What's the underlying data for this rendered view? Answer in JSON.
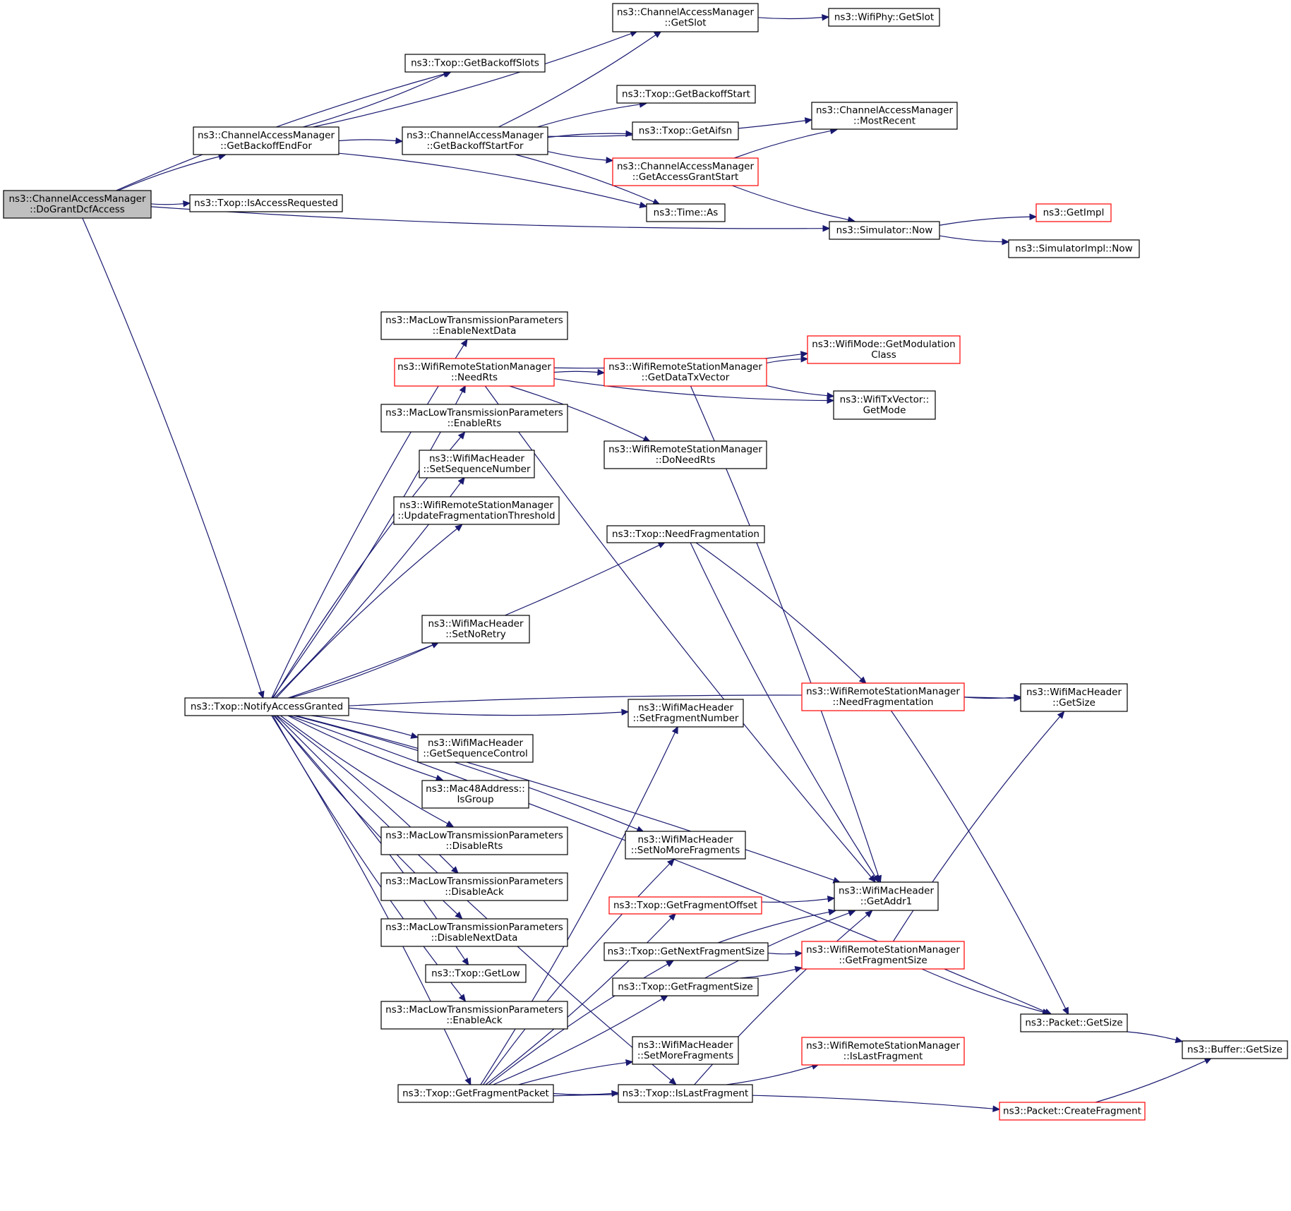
{
  "colors": {
    "edge": "#191970",
    "border_normal": "#000000",
    "border_truncated": "#ff0000",
    "fill_root": "#bfbfbf",
    "fill_normal": "#ffffff"
  },
  "nodes": [
    {
      "id": "root",
      "lines": [
        "ns3::ChannelAccessManager",
        "::DoGrantDcfAccess"
      ],
      "style": "root"
    },
    {
      "id": "getBackoffEndFor",
      "lines": [
        "ns3::ChannelAccessManager",
        "::GetBackoffEndFor"
      ],
      "style": "normal"
    },
    {
      "id": "isAccessRequested",
      "lines": [
        "ns3::Txop::IsAccessRequested"
      ],
      "style": "normal"
    },
    {
      "id": "getBackoffSlots",
      "lines": [
        "ns3::Txop::GetBackoffSlots"
      ],
      "style": "normal"
    },
    {
      "id": "getBackoffStartFor",
      "lines": [
        "ns3::ChannelAccessManager",
        "::GetBackoffStartFor"
      ],
      "style": "normal"
    },
    {
      "id": "camGetSlot",
      "lines": [
        "ns3::ChannelAccessManager",
        "::GetSlot"
      ],
      "style": "normal"
    },
    {
      "id": "wifiPhyGetSlot",
      "lines": [
        "ns3::WifiPhy::GetSlot"
      ],
      "style": "normal"
    },
    {
      "id": "getBackoffStart",
      "lines": [
        "ns3::Txop::GetBackoffStart"
      ],
      "style": "normal"
    },
    {
      "id": "mostRecent",
      "lines": [
        "ns3::ChannelAccessManager",
        "::MostRecent"
      ],
      "style": "normal"
    },
    {
      "id": "getAifsn",
      "lines": [
        "ns3::Txop::GetAifsn"
      ],
      "style": "normal"
    },
    {
      "id": "getAccessGrantStart",
      "lines": [
        "ns3::ChannelAccessManager",
        "::GetAccessGrantStart"
      ],
      "style": "truncated"
    },
    {
      "id": "timeAs",
      "lines": [
        "ns3::Time::As"
      ],
      "style": "normal"
    },
    {
      "id": "simNow",
      "lines": [
        "ns3::Simulator::Now"
      ],
      "style": "normal"
    },
    {
      "id": "getImpl",
      "lines": [
        "ns3::GetImpl"
      ],
      "style": "truncated"
    },
    {
      "id": "simImplNow",
      "lines": [
        "ns3::SimulatorImpl::Now"
      ],
      "style": "normal"
    },
    {
      "id": "notifyAccessGranted",
      "lines": [
        "ns3::Txop::NotifyAccessGranted"
      ],
      "style": "normal"
    },
    {
      "id": "enableNextData",
      "lines": [
        "ns3::MacLowTransmissionParameters",
        "::EnableNextData"
      ],
      "style": "normal"
    },
    {
      "id": "needRts",
      "lines": [
        "ns3::WifiRemoteStationManager",
        "::NeedRts"
      ],
      "style": "truncated"
    },
    {
      "id": "getDataTxVector",
      "lines": [
        "ns3::WifiRemoteStationManager",
        "::GetDataTxVector"
      ],
      "style": "truncated"
    },
    {
      "id": "getModulationClass",
      "lines": [
        "ns3::WifiMode::GetModulation",
        "Class"
      ],
      "style": "truncated"
    },
    {
      "id": "txVectorGetMode",
      "lines": [
        "ns3::WifiTxVector::",
        "GetMode"
      ],
      "style": "normal"
    },
    {
      "id": "enableRts",
      "lines": [
        "ns3::MacLowTransmissionParameters",
        "::EnableRts"
      ],
      "style": "normal"
    },
    {
      "id": "doNeedRts",
      "lines": [
        "ns3::WifiRemoteStationManager",
        "::DoNeedRts"
      ],
      "style": "normal"
    },
    {
      "id": "setSequenceNumber",
      "lines": [
        "ns3::WifiMacHeader",
        "::SetSequenceNumber"
      ],
      "style": "normal"
    },
    {
      "id": "updateFragThreshold",
      "lines": [
        "ns3::WifiRemoteStationManager",
        "::UpdateFragmentationThreshold"
      ],
      "style": "normal"
    },
    {
      "id": "txopNeedFragmentation",
      "lines": [
        "ns3::Txop::NeedFragmentation"
      ],
      "style": "normal"
    },
    {
      "id": "setNoRetry",
      "lines": [
        "ns3::WifiMacHeader",
        "::SetNoRetry"
      ],
      "style": "normal"
    },
    {
      "id": "wrsmNeedFragmentation",
      "lines": [
        "ns3::WifiRemoteStationManager",
        "::NeedFragmentation"
      ],
      "style": "truncated"
    },
    {
      "id": "wmhGetSize",
      "lines": [
        "ns3::WifiMacHeader",
        "::GetSize"
      ],
      "style": "normal"
    },
    {
      "id": "setFragmentNumber",
      "lines": [
        "ns3::WifiMacHeader",
        "::SetFragmentNumber"
      ],
      "style": "normal"
    },
    {
      "id": "getSequenceControl",
      "lines": [
        "ns3::WifiMacHeader",
        "::GetSequenceControl"
      ],
      "style": "normal"
    },
    {
      "id": "isGroup",
      "lines": [
        "ns3::Mac48Address::",
        "IsGroup"
      ],
      "style": "normal"
    },
    {
      "id": "setNoMoreFragments",
      "lines": [
        "ns3::WifiMacHeader",
        "::SetNoMoreFragments"
      ],
      "style": "normal"
    },
    {
      "id": "disableRts",
      "lines": [
        "ns3::MacLowTransmissionParameters",
        "::DisableRts"
      ],
      "style": "normal"
    },
    {
      "id": "getAddr1",
      "lines": [
        "ns3::WifiMacHeader",
        "::GetAddr1"
      ],
      "style": "normal"
    },
    {
      "id": "disableAck",
      "lines": [
        "ns3::MacLowTransmissionParameters",
        "::DisableAck"
      ],
      "style": "normal"
    },
    {
      "id": "getFragmentOffset",
      "lines": [
        "ns3::Txop::GetFragmentOffset"
      ],
      "style": "truncated"
    },
    {
      "id": "disableNextData",
      "lines": [
        "ns3::MacLowTransmissionParameters",
        "::DisableNextData"
      ],
      "style": "normal"
    },
    {
      "id": "getNextFragmentSize",
      "lines": [
        "ns3::Txop::GetNextFragmentSize"
      ],
      "style": "normal"
    },
    {
      "id": "wrsmGetFragmentSize",
      "lines": [
        "ns3::WifiRemoteStationManager",
        "::GetFragmentSize"
      ],
      "style": "truncated"
    },
    {
      "id": "getLow",
      "lines": [
        "ns3::Txop::GetLow"
      ],
      "style": "normal"
    },
    {
      "id": "txopGetFragmentSize",
      "lines": [
        "ns3::Txop::GetFragmentSize"
      ],
      "style": "normal"
    },
    {
      "id": "enableAck",
      "lines": [
        "ns3::MacLowTransmissionParameters",
        "::EnableAck"
      ],
      "style": "normal"
    },
    {
      "id": "packetGetSize",
      "lines": [
        "ns3::Packet::GetSize"
      ],
      "style": "normal"
    },
    {
      "id": "setMoreFragments",
      "lines": [
        "ns3::WifiMacHeader",
        "::SetMoreFragments"
      ],
      "style": "normal"
    },
    {
      "id": "wrsmIsLastFragment",
      "lines": [
        "ns3::WifiRemoteStationManager",
        "::IsLastFragment"
      ],
      "style": "truncated"
    },
    {
      "id": "bufferGetSize",
      "lines": [
        "ns3::Buffer::GetSize"
      ],
      "style": "normal"
    },
    {
      "id": "getFragmentPacket",
      "lines": [
        "ns3::Txop::GetFragmentPacket"
      ],
      "style": "normal"
    },
    {
      "id": "txopIsLastFragment",
      "lines": [
        "ns3::Txop::IsLastFragment"
      ],
      "style": "normal"
    },
    {
      "id": "createFragment",
      "lines": [
        "ns3::Packet::CreateFragment"
      ],
      "style": "truncated"
    }
  ],
  "edges": [
    [
      "root",
      "getBackoffEndFor"
    ],
    [
      "root",
      "isAccessRequested"
    ],
    [
      "root",
      "getBackoffSlots"
    ],
    [
      "root",
      "simNow"
    ],
    [
      "root",
      "notifyAccessGranted"
    ],
    [
      "getBackoffEndFor",
      "getBackoffSlots"
    ],
    [
      "getBackoffEndFor",
      "getBackoffStartFor"
    ],
    [
      "getBackoffEndFor",
      "camGetSlot"
    ],
    [
      "getBackoffEndFor",
      "timeAs"
    ],
    [
      "getBackoffStartFor",
      "camGetSlot"
    ],
    [
      "getBackoffStartFor",
      "getBackoffStart"
    ],
    [
      "getBackoffStartFor",
      "mostRecent"
    ],
    [
      "getBackoffStartFor",
      "getAifsn"
    ],
    [
      "getBackoffStartFor",
      "getAccessGrantStart"
    ],
    [
      "getBackoffStartFor",
      "timeAs"
    ],
    [
      "camGetSlot",
      "wifiPhyGetSlot"
    ],
    [
      "getAccessGrantStart",
      "mostRecent"
    ],
    [
      "getAccessGrantStart",
      "simNow"
    ],
    [
      "simNow",
      "getImpl"
    ],
    [
      "simNow",
      "simImplNow"
    ],
    [
      "notifyAccessGranted",
      "enableNextData"
    ],
    [
      "notifyAccessGranted",
      "needRts"
    ],
    [
      "notifyAccessGranted",
      "enableRts"
    ],
    [
      "notifyAccessGranted",
      "setSequenceNumber"
    ],
    [
      "notifyAccessGranted",
      "updateFragThreshold"
    ],
    [
      "notifyAccessGranted",
      "txopNeedFragmentation"
    ],
    [
      "notifyAccessGranted",
      "getAddr1"
    ],
    [
      "notifyAccessGranted",
      "setNoRetry"
    ],
    [
      "notifyAccessGranted",
      "wmhGetSize"
    ],
    [
      "notifyAccessGranted",
      "setFragmentNumber"
    ],
    [
      "notifyAccessGranted",
      "getSequenceControl"
    ],
    [
      "notifyAccessGranted",
      "isGroup"
    ],
    [
      "notifyAccessGranted",
      "setNoMoreFragments"
    ],
    [
      "notifyAccessGranted",
      "disableRts"
    ],
    [
      "notifyAccessGranted",
      "disableAck"
    ],
    [
      "notifyAccessGranted",
      "disableNextData"
    ],
    [
      "notifyAccessGranted",
      "getLow"
    ],
    [
      "notifyAccessGranted",
      "enableAck"
    ],
    [
      "notifyAccessGranted",
      "getFragmentPacket"
    ],
    [
      "notifyAccessGranted",
      "txopIsLastFragment"
    ],
    [
      "notifyAccessGranted",
      "packetGetSize"
    ],
    [
      "needRts",
      "getModulationClass"
    ],
    [
      "needRts",
      "getDataTxVector"
    ],
    [
      "needRts",
      "txVectorGetMode"
    ],
    [
      "needRts",
      "doNeedRts"
    ],
    [
      "needRts",
      "getAddr1"
    ],
    [
      "getDataTxVector",
      "getModulationClass"
    ],
    [
      "getDataTxVector",
      "txVectorGetMode"
    ],
    [
      "getDataTxVector",
      "getAddr1"
    ],
    [
      "txopNeedFragmentation",
      "getAddr1"
    ],
    [
      "txopNeedFragmentation",
      "wrsmNeedFragmentation"
    ],
    [
      "wrsmNeedFragmentation",
      "wmhGetSize"
    ],
    [
      "wrsmNeedFragmentation",
      "packetGetSize"
    ],
    [
      "getFragmentPacket",
      "setFragmentNumber"
    ],
    [
      "getFragmentPacket",
      "setNoMoreFragments"
    ],
    [
      "getFragmentPacket",
      "getFragmentOffset"
    ],
    [
      "getFragmentPacket",
      "getNextFragmentSize"
    ],
    [
      "getFragmentPacket",
      "txopGetFragmentSize"
    ],
    [
      "getFragmentPacket",
      "setMoreFragments"
    ],
    [
      "getFragmentPacket",
      "txopIsLastFragment"
    ],
    [
      "getFragmentPacket",
      "createFragment"
    ],
    [
      "getFragmentOffset",
      "getAddr1"
    ],
    [
      "getNextFragmentSize",
      "getAddr1"
    ],
    [
      "getNextFragmentSize",
      "wrsmGetFragmentSize"
    ],
    [
      "txopGetFragmentSize",
      "getAddr1"
    ],
    [
      "txopGetFragmentSize",
      "wrsmGetFragmentSize"
    ],
    [
      "txopIsLastFragment",
      "getAddr1"
    ],
    [
      "txopIsLastFragment",
      "wrsmIsLastFragment"
    ],
    [
      "wrsmGetFragmentSize",
      "wmhGetSize"
    ],
    [
      "wrsmGetFragmentSize",
      "packetGetSize"
    ],
    [
      "packetGetSize",
      "bufferGetSize"
    ],
    [
      "createFragment",
      "bufferGetSize"
    ]
  ]
}
